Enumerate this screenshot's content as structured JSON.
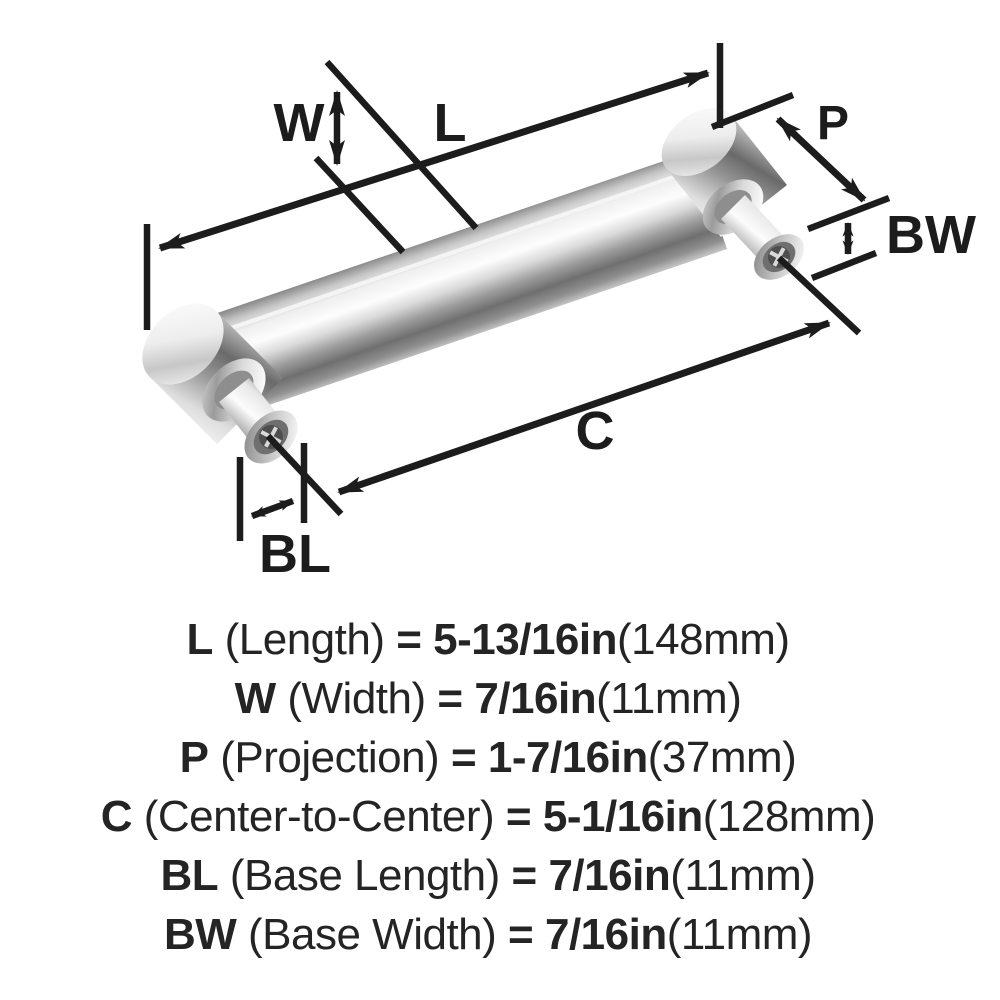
{
  "diagram": {
    "labels": {
      "length": "L",
      "width": "W",
      "projection": "P",
      "center_to_center": "C",
      "base_length": "BL",
      "base_width": "BW"
    },
    "colors": {
      "dimension_lines": "#1c1c1c",
      "metal_light": "#f5f5f5",
      "metal_mid": "#b0b0b0",
      "metal_dark": "#6a6a6a",
      "background": "#ffffff"
    }
  },
  "specs": {
    "equals": "=",
    "rows": [
      {
        "abbr": "L",
        "name": "(Length)",
        "value": "5-13/16in",
        "metric": "(148mm)"
      },
      {
        "abbr": "W",
        "name": "(Width)",
        "value": "7/16in",
        "metric": "(11mm)"
      },
      {
        "abbr": "P",
        "name": "(Projection)",
        "value": "1-7/16in",
        "metric": "(37mm)"
      },
      {
        "abbr": "C",
        "name": "(Center-to-Center)",
        "value": "5-1/16in",
        "metric": "(128mm)"
      },
      {
        "abbr": "BL",
        "name": "(Base Length)",
        "value": "7/16in",
        "metric": "(11mm)"
      },
      {
        "abbr": "BW",
        "name": "(Base Width)",
        "value": "7/16in",
        "metric": "(11mm)"
      }
    ]
  }
}
